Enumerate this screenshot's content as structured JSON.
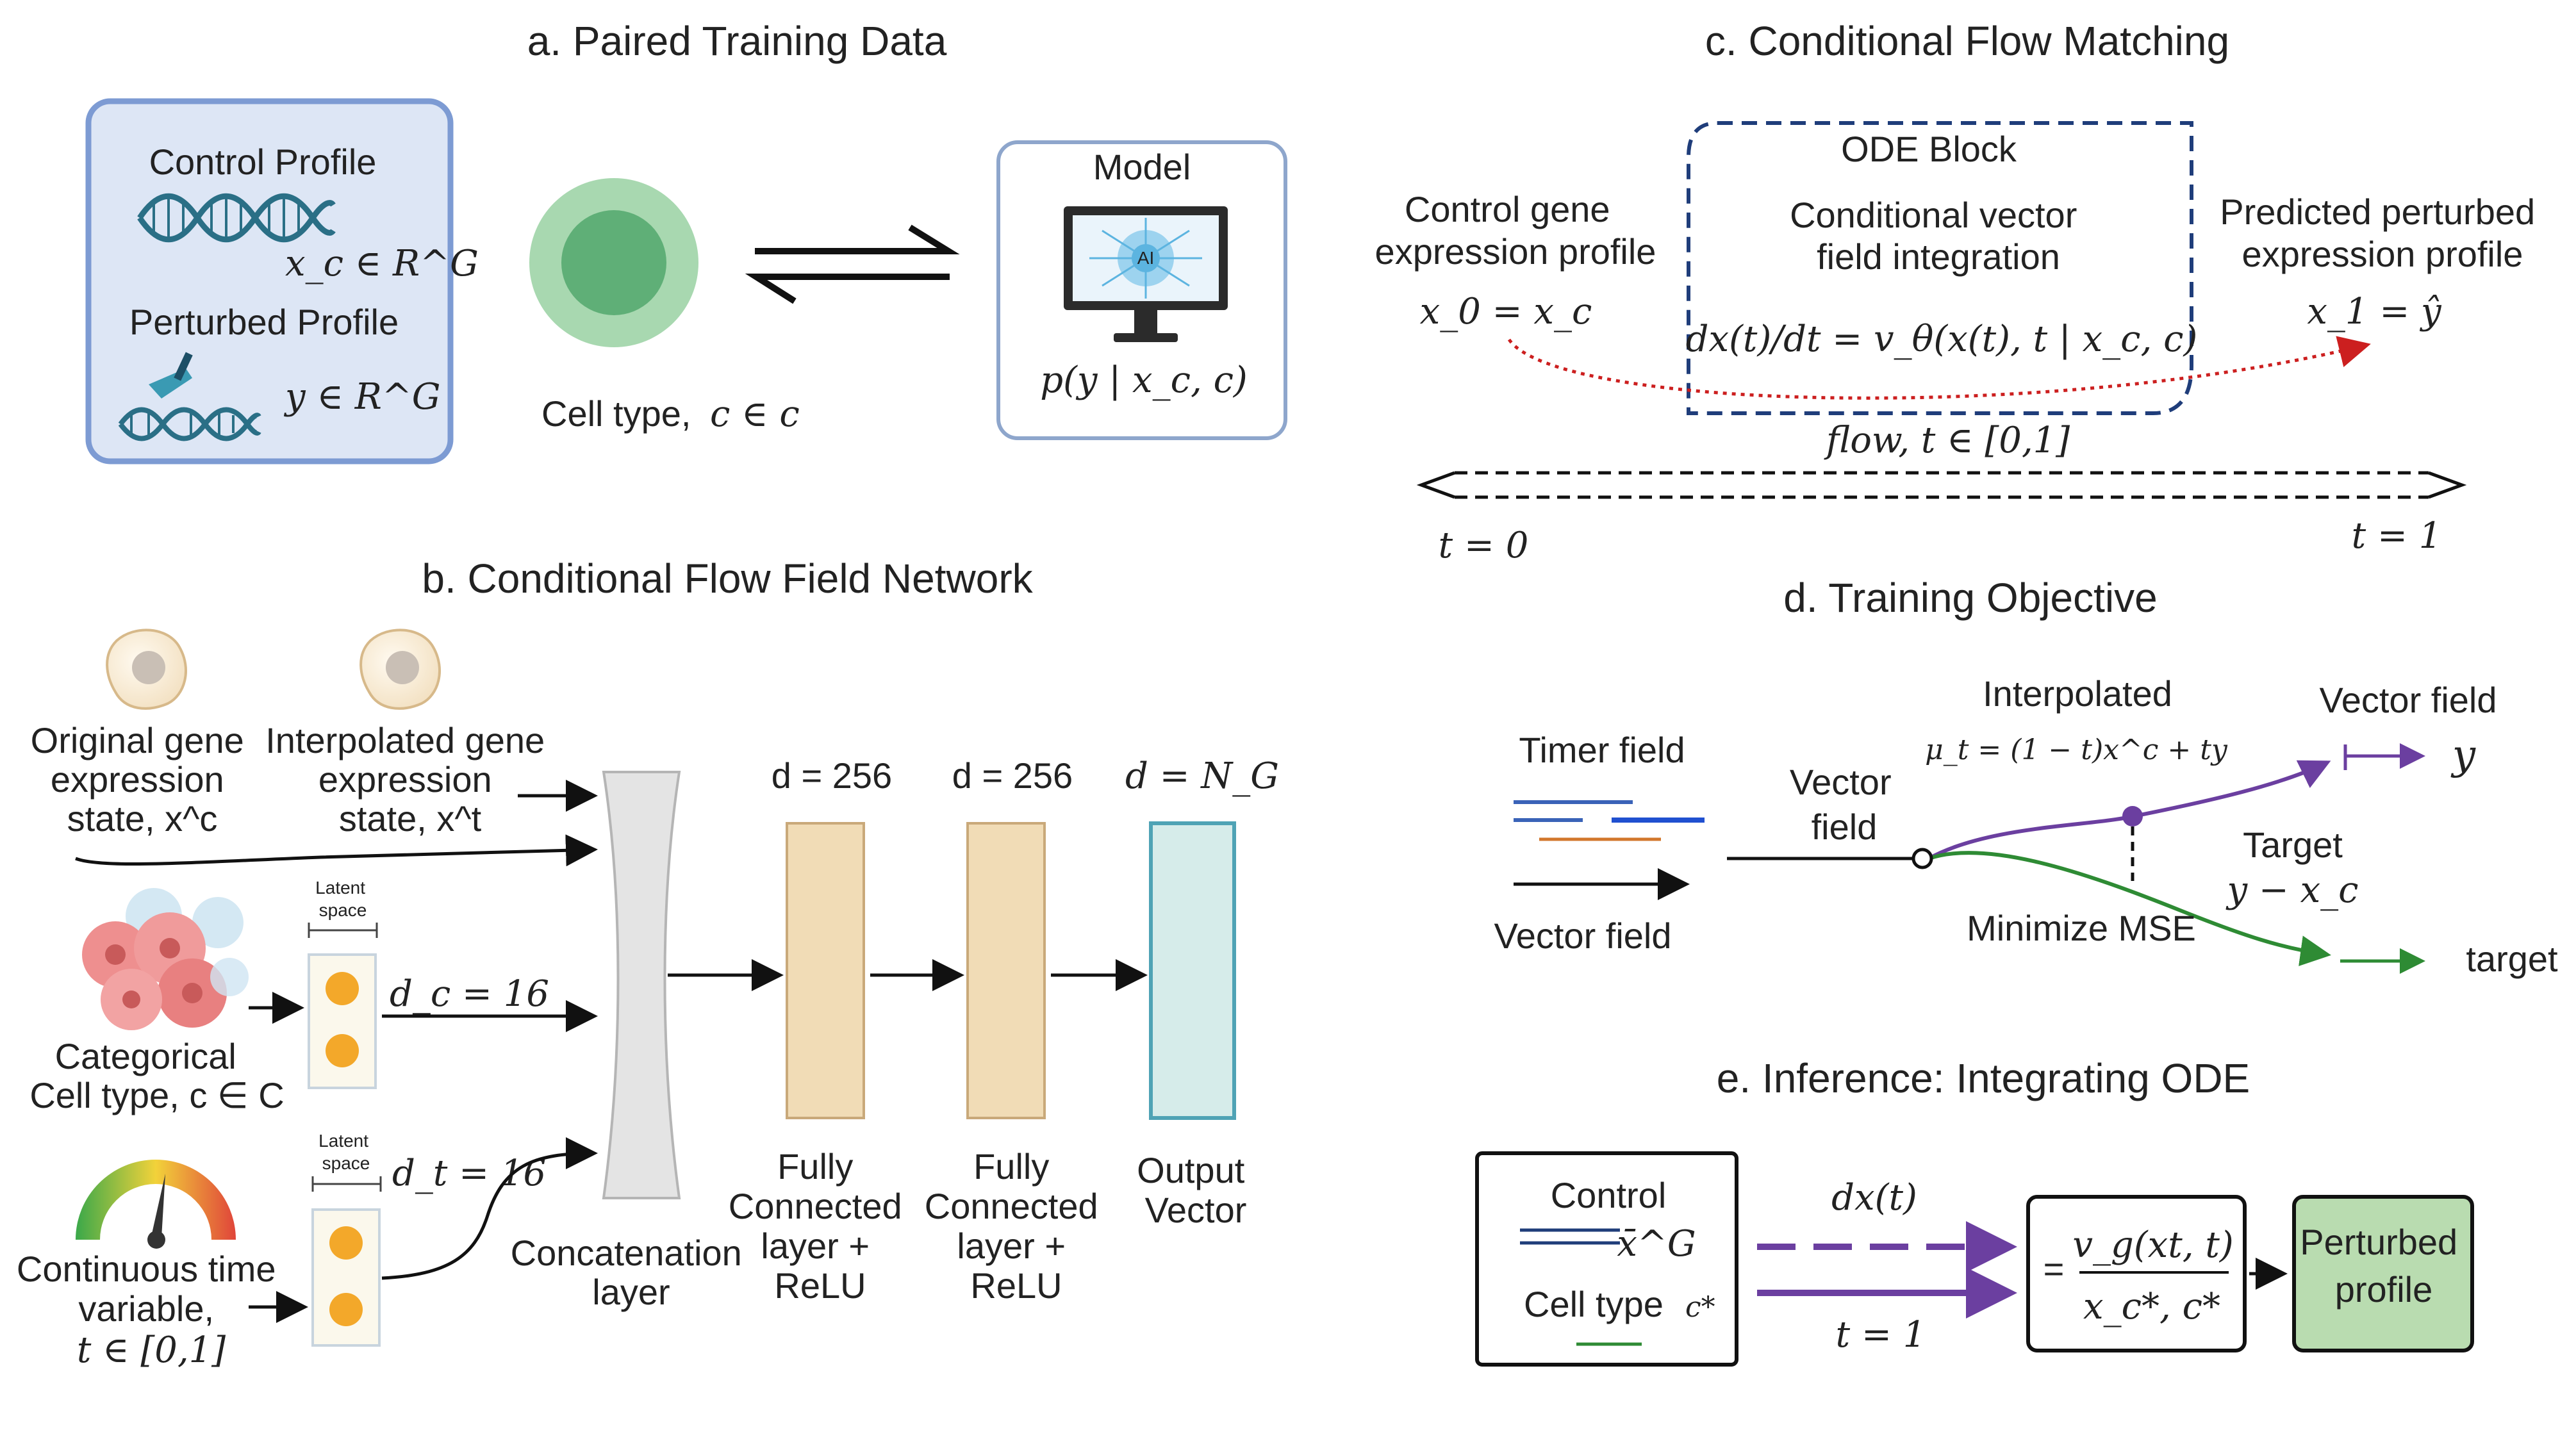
{
  "panel_a": {
    "title": "a. Paired Training Data",
    "control_label": "Control Profile",
    "control_math": "x_c ∈ R^G",
    "perturbed_label": "Perturbed Profile",
    "perturbed_math": "y ∈ R^G",
    "cell_type_label": "Cell type,",
    "cell_type_math": "c ∈ c",
    "model_label": "Model",
    "model_math": "p(y | x_c, c)",
    "monitor_badge": "AI"
  },
  "panel_b": {
    "title": "b. Conditional Flow Field Network",
    "input1": [
      "Original gene",
      "expression",
      "state, x^c"
    ],
    "input2": [
      "Interpolated gene",
      "expression",
      "state, x^t"
    ],
    "latent_label": [
      "Latent",
      "space"
    ],
    "dc_label": "d_c = 16",
    "dt_label": "d_t = 16",
    "categorical": [
      "Categorical",
      "Cell type, c ∈ C"
    ],
    "continuous": [
      "Continuous time",
      "variable,",
      "t ∈ [0,1]"
    ],
    "concat": [
      "Concatenation",
      "layer"
    ],
    "fc1_dim": "d = 256",
    "fc2_dim": "d = 256",
    "out_dim": "d = N_G",
    "fc1": [
      "Fully",
      "Connected",
      "layer +",
      "ReLU"
    ],
    "fc2": [
      "Fully",
      "Connected",
      "layer +",
      "ReLU"
    ],
    "output": [
      "Output",
      "Vector"
    ]
  },
  "panel_c": {
    "title": "c. Conditional Flow Matching",
    "ode_block": "ODE Block",
    "integration": [
      "Conditional vector",
      "field integration"
    ],
    "equation": "dx(t)/dt = v_θ(x(t), t | x_c, c)",
    "left_label": [
      "Control gene",
      "expression profile"
    ],
    "left_math": "x_0 = x_c",
    "right_label": [
      "Predicted perturbed",
      "expression profile"
    ],
    "right_math": "x_1 = ŷ",
    "flow_label": "flow, t ∈ [0,1]",
    "t0": "t = 0",
    "t1": "t = 1"
  },
  "panel_d": {
    "title": "d. Training Objective",
    "timer_field": "Timer field",
    "vector_field_left": "Vector field",
    "vector_field_mid": [
      "Vector",
      "field"
    ],
    "interpolated": "Interpolated",
    "interp_eq": "μ_t = (1 − t)x^c + ty",
    "vector_field_right": "Vector field",
    "y_symbol": "y",
    "target_label": "Target",
    "target_eq": "y − x_c",
    "mse": "Minimize MSE",
    "target_end": "target"
  },
  "panel_e": {
    "title": "e. Inference: Integrating ODE",
    "control": "Control",
    "xbar": "x̄^G",
    "cell_type": "Cell type",
    "cstar": "c*",
    "dx": "dx(t)",
    "t_eq": "t = 1",
    "eq_lhs": "=",
    "eq_num": "v_g(xt, t)",
    "eq_den": "x_c*, c*",
    "perturbed": [
      "Perturbed",
      "profile"
    ]
  },
  "colors": {
    "blue_box_fill": "#dde6f5",
    "blue_box_stroke": "#7d9bd3",
    "cell_outer": "#a8d8b0",
    "cell_inner": "#5faf77",
    "fc_fill": "#f1dcb6",
    "output_fill": "#d6ecea",
    "ode_red": "#cc1f1f",
    "purple": "#6b3fa0",
    "green": "#2e8b34",
    "perturbed_fill": "#b9dcb0"
  }
}
